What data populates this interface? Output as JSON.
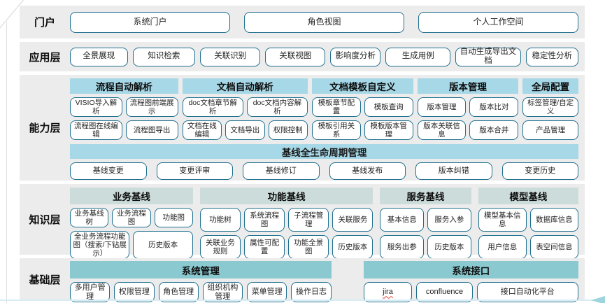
{
  "decorations": {
    "spellcheck_item": "jira",
    "band_background": "#ececec",
    "capability_header_color": "#a6d8e7",
    "knowledge_header_color": "#ccdcda",
    "foundation_header_color": "#8bc9d1",
    "chip_border_color": "#20708f",
    "bottom_line_color": "#d7ecf4",
    "arrow_color": "#9ed4dc"
  },
  "portal_layer": {
    "label": "门户",
    "items": [
      "系统门户",
      "角色视图",
      "个人工作空间"
    ]
  },
  "application_layer": {
    "label": "应用层",
    "items": [
      "全景展现",
      "知识检索",
      "关联识别",
      "关联视图",
      "影响度分析",
      "生成用例",
      "自动生成导出文档",
      "稳定性分析"
    ]
  },
  "capability_layer": {
    "label": "能力层",
    "groups": [
      {
        "title": "流程自动解析",
        "rows": [
          [
            "VISIO导入解析",
            "流程图前端展示"
          ],
          [
            "流程图在线编辑",
            "流程图导出"
          ]
        ]
      },
      {
        "title": "文档自动解析",
        "rows": [
          [
            "doc文档章节解析",
            "doc文档内容解析"
          ],
          [
            "文档在线编辑",
            "文档导出",
            "权限控制"
          ]
        ]
      },
      {
        "title": "文档模板自定义",
        "rows": [
          [
            "模板章节配置",
            "模板查询"
          ],
          [
            "模板引用关系",
            "模板版本管理"
          ]
        ]
      },
      {
        "title": "版本管理",
        "rows": [
          [
            "版本管理",
            "版本比对"
          ],
          [
            "版本关联信息",
            "版本合并"
          ]
        ]
      },
      {
        "title": "全局配置",
        "rows": [
          [
            "标签管理/自定义"
          ],
          [
            "产品管理"
          ]
        ]
      }
    ],
    "baseline_title": "基线全生命周期管理",
    "baseline_items": [
      "基线变更",
      "变更评审",
      "基线修订",
      "基线发布",
      "版本纠错",
      "变更历史"
    ]
  },
  "knowledge_layer": {
    "label": "知识层",
    "groups": [
      {
        "title": "业务基线",
        "rows": [
          [
            "业务基线树",
            "业务流程图",
            "功能图"
          ],
          [
            "全业务流程功能图（搜索/下钻展示）",
            "历史版本"
          ]
        ]
      },
      {
        "title": "功能基线",
        "rows": [
          [
            "功能树",
            "系统流程图",
            "子流程管理",
            "关联服务"
          ],
          [
            "关联业务规则",
            "属性可配置",
            "功能全景图",
            "历史版本"
          ]
        ]
      },
      {
        "title": "服务基线",
        "rows": [
          [
            "基本信息",
            "服务入参"
          ],
          [
            "服务出参",
            "历史版本"
          ]
        ]
      },
      {
        "title": "模型基线",
        "rows": [
          [
            "模型基本信息",
            "数据库信息"
          ],
          [
            "用户信息",
            "表空间信息"
          ]
        ]
      }
    ]
  },
  "foundation_layer": {
    "label": "基础层",
    "groups": [
      {
        "title": "系统管理",
        "items": [
          "多用户管理",
          "权限管理",
          "角色管理",
          "组织机构管理",
          "菜单管理",
          "操作日志"
        ]
      },
      {
        "title": "系统接口",
        "items": [
          "jira",
          "confluence",
          "接口自动化平台"
        ]
      }
    ]
  }
}
